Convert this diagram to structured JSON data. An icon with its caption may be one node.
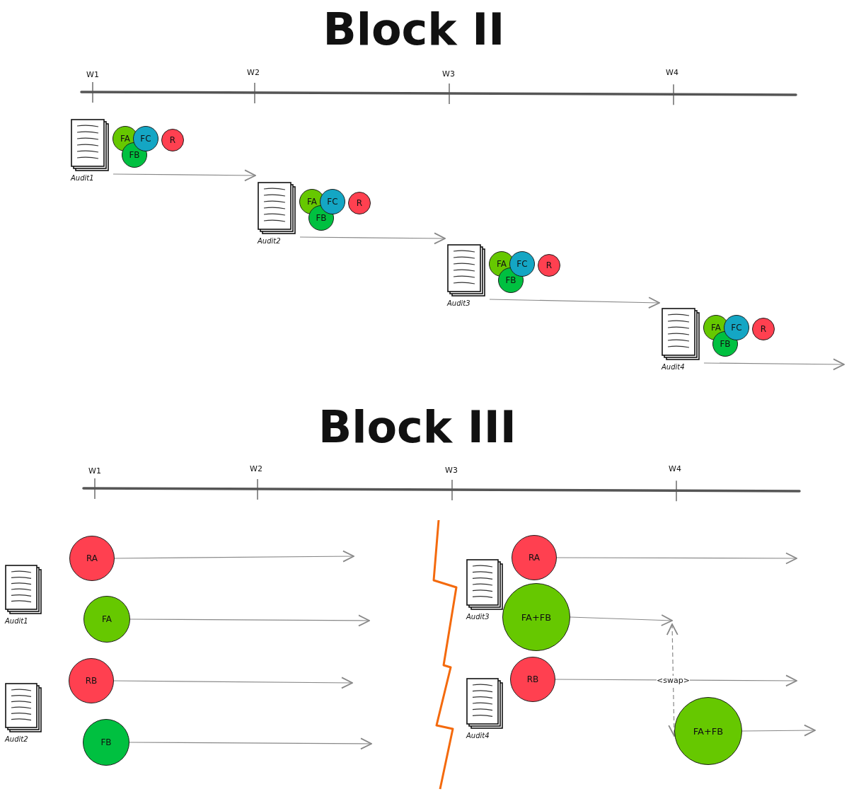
{
  "diagram": {
    "nodes": [
      {
        "text": [
          "Audit1"
        ]
      },
      {
        "text": [
          "FA"
        ]
      },
      {
        "text": [
          "FC"
        ]
      },
      {
        "text": [
          "FB"
        ]
      },
      {
        "text": [
          "R"
        ]
      },
      {
        "text": [
          "Audit2"
        ]
      },
      {
        "text": [
          "FA"
        ]
      },
      {
        "text": [
          "FC"
        ]
      },
      {
        "text": [
          "FB"
        ]
      },
      {
        "text": [
          "R"
        ]
      },
      {
        "text": [
          "Audit3"
        ]
      },
      {
        "text": [
          "FA"
        ]
      },
      {
        "text": [
          "FC"
        ]
      },
      {
        "text": [
          "FB"
        ]
      },
      {
        "text": [
          "R"
        ]
      },
      {
        "text": [
          "Audit4"
        ]
      },
      {
        "text": [
          "FA"
        ]
      },
      {
        "text": [
          "FC"
        ]
      },
      {
        "text": [
          "FB"
        ]
      },
      {
        "text": [
          "R"
        ]
      },
      {
        "text": [
          "Audit1"
        ]
      },
      {
        "text": [
          "RA"
        ]
      },
      {
        "text": [
          "FA"
        ]
      },
      {
        "text": [
          "Audit2"
        ]
      },
      {
        "text": [
          "RB"
        ]
      },
      {
        "text": [
          "FB"
        ]
      },
      {
        "text": [
          "Audit3"
        ]
      },
      {
        "text": [
          "RA"
        ]
      },
      {
        "text": [
          "FA+FB"
        ]
      },
      {
        "text": [
          "Audit4"
        ]
      },
      {
        "text": [
          "RB"
        ]
      },
      {
        "text": [
          "FA+FB"
        ]
      }
    ],
    "edges": [
      {
        "from": 0,
        "to": 5,
        "arrow": "to"
      },
      {
        "from": 5,
        "to": 10,
        "arrow": "to"
      },
      {
        "from": 10,
        "to": 15,
        "arrow": "to"
      },
      {
        "from": 15,
        "to": null,
        "arrow": "to"
      },
      {
        "from": 21,
        "to": null,
        "arrow": "to"
      },
      {
        "from": 22,
        "to": null,
        "arrow": "to"
      },
      {
        "from": 24,
        "to": null,
        "arrow": "to"
      },
      {
        "from": 25,
        "to": null,
        "arrow": "to"
      },
      {
        "from": 27,
        "to": null,
        "arrow": "to"
      },
      {
        "from": 28,
        "to": null,
        "arrow": "to"
      },
      {
        "from": 30,
        "to": null,
        "arrow": "to"
      },
      {
        "from": 31,
        "to": null,
        "arrow": "to"
      },
      {
        "from": null,
        "to": 31,
        "arrow": "both",
        "style": "dashed",
        "label": "<swap>"
      }
    ],
    "labels": [
      "Block II",
      "W1",
      "W2",
      "W3",
      "W4",
      "Block III",
      "W1",
      "W2",
      "W3",
      "W4"
    ]
  }
}
